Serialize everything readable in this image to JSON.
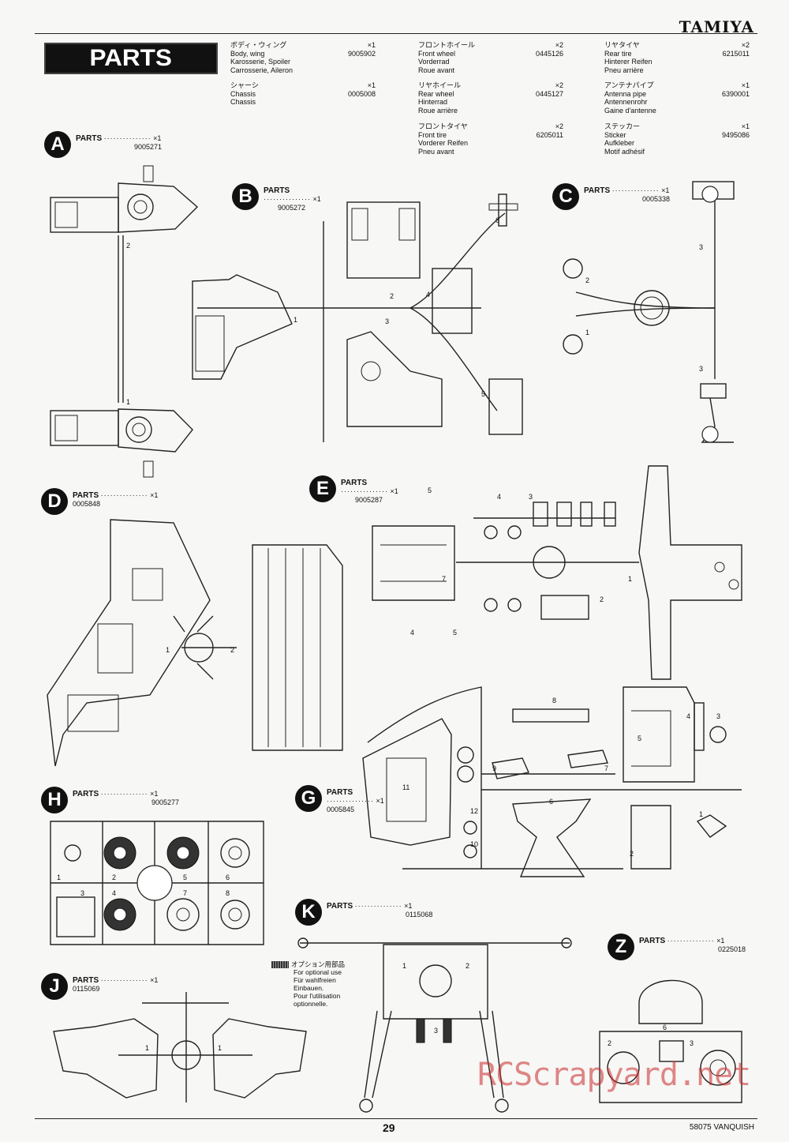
{
  "brand": "TAMIYA",
  "banner": "PARTS",
  "parts_list": [
    {
      "jp": "ボディ・ウィング",
      "qty": "×1",
      "code": "9005902",
      "names": [
        "Body, wing",
        "Karosserie, Spoiler",
        "Carrosserie, Aileron"
      ]
    },
    {
      "jp": "シャーシ",
      "qty": "×1",
      "code": "0005008",
      "names": [
        "Chassis",
        "Chassis"
      ]
    },
    {
      "jp": "フロントホイール",
      "qty": "×2",
      "code": "0445126",
      "names": [
        "Front wheel",
        "Vorderrad",
        "Roue avant"
      ]
    },
    {
      "jp": "リヤホイール",
      "qty": "×2",
      "code": "0445127",
      "names": [
        "Rear wheel",
        "Hinterrad",
        "Roue arrière"
      ]
    },
    {
      "jp": "フロントタイヤ",
      "qty": "×2",
      "code": "6205011",
      "names": [
        "Front tire",
        "Vorderer Reifen",
        "Pneu avant"
      ]
    },
    {
      "jp": "リヤタイヤ",
      "qty": "×2",
      "code": "6215011",
      "names": [
        "Rear tire",
        "Hinterer Reifen",
        "Pneu arrière"
      ]
    },
    {
      "jp": "アンテナパイプ",
      "qty": "×1",
      "code": "6390001",
      "names": [
        "Antenna pipe",
        "Antennenrohr",
        "Gaine d'antenne"
      ]
    },
    {
      "jp": "ステッカー",
      "qty": "×1",
      "code": "9495086",
      "names": [
        "Sticker",
        "Aufkleber",
        "Motif adhésif"
      ]
    }
  ],
  "trees": {
    "A": {
      "letter": "A",
      "label": "PARTS",
      "dots": "···············",
      "qty": "×1",
      "code": "9005271"
    },
    "B": {
      "letter": "B",
      "label": "PARTS",
      "dots": "···············",
      "qty": "×1",
      "code": "9005272"
    },
    "C": {
      "letter": "C",
      "label": "PARTS",
      "dots": "···············",
      "qty": "×1",
      "code": "0005338"
    },
    "D": {
      "letter": "D",
      "label": "PARTS",
      "dots": "···············",
      "qty": "×1",
      "code": "0005848"
    },
    "E": {
      "letter": "E",
      "label": "PARTS",
      "dots": "···············",
      "qty": "×1",
      "code": "9005287"
    },
    "H": {
      "letter": "H",
      "label": "PARTS",
      "dots": "···············",
      "qty": "×1",
      "code": "9005277"
    },
    "G": {
      "letter": "G",
      "label": "PARTS",
      "dots": "···············",
      "qty": "×1",
      "code": "0005845"
    },
    "K": {
      "letter": "K",
      "label": "PARTS",
      "dots": "···············",
      "qty": "×1",
      "code": "0115068"
    },
    "J": {
      "letter": "J",
      "label": "PARTS",
      "dots": "···············",
      "qty": "×1",
      "code": "0115069"
    },
    "Z": {
      "letter": "Z",
      "label": "PARTS",
      "dots": "···············",
      "qty": "×1",
      "code": "0225018"
    }
  },
  "option_note": {
    "jp": "オプション用部品",
    "lines": [
      "For optional use",
      "Für wahlfreien",
      "Einbauen.",
      "Pour l'utilisation",
      "optionnelle."
    ]
  },
  "page_number": "29",
  "model": "58075 VANQUISH",
  "watermark": "RCScrapyard.net",
  "part_numbers": [
    "1",
    "2",
    "3",
    "4",
    "5",
    "6",
    "7",
    "8",
    "9",
    "10",
    "11",
    "12"
  ]
}
